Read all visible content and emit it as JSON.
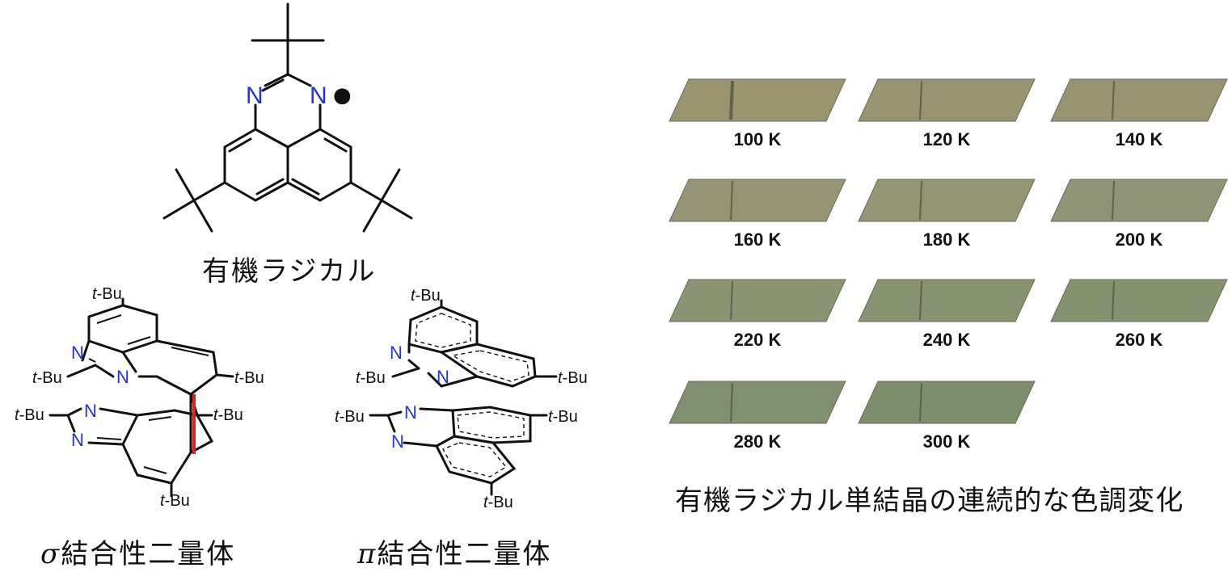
{
  "radical": {
    "caption": "有機ラジカル",
    "atom_n1": "N",
    "atom_n2": "N",
    "radical_dot": "●"
  },
  "sigma_dimer": {
    "caption_symbol": "σ",
    "caption_text": "結合性二量体",
    "labels": {
      "tbu_top": "t-Bu",
      "tbu_right_upper": "t-Bu",
      "tbu_left_upper": "t-Bu",
      "tbu_left_lower": "t-Bu",
      "tbu_right_lower": "t-Bu",
      "tbu_bottom": "t-Bu",
      "n_upper_1": "N",
      "n_upper_2": "N",
      "n_lower_1": "N",
      "n_lower_2": "N"
    }
  },
  "pi_dimer": {
    "caption_symbol": "π",
    "caption_text": "結合性二量体",
    "labels": {
      "tbu_top": "t-Bu",
      "tbu_right_upper": "t-Bu",
      "tbu_left_upper": "t-Bu",
      "tbu_left_lower": "t-Bu",
      "tbu_right_lower": "t-Bu",
      "tbu_bottom": "t-Bu",
      "n_upper_1": "N",
      "n_upper_2": "N",
      "n_lower_1": "N",
      "n_lower_2": "N"
    }
  },
  "crystal_series": {
    "caption": "有機ラジカル単結晶の連続的な色調変化",
    "panels": [
      {
        "temp": "100 K",
        "color": "#9a9470"
      },
      {
        "temp": "120 K",
        "color": "#989472"
      },
      {
        "temp": "140 K",
        "color": "#979373"
      },
      {
        "temp": "160 K",
        "color": "#959474"
      },
      {
        "temp": "180 K",
        "color": "#939575"
      },
      {
        "temp": "200 K",
        "color": "#8f9474"
      },
      {
        "temp": "220 K",
        "color": "#8b9473"
      },
      {
        "temp": "240 K",
        "color": "#889372"
      },
      {
        "temp": "260 K",
        "color": "#859270"
      },
      {
        "temp": "280 K",
        "color": "#80906f"
      },
      {
        "temp": "300 K",
        "color": "#7d8e6d"
      }
    ]
  },
  "colors": {
    "nitrogen": "#2233dd",
    "sigma_bond": "#dd2222",
    "bond": "#111111"
  }
}
